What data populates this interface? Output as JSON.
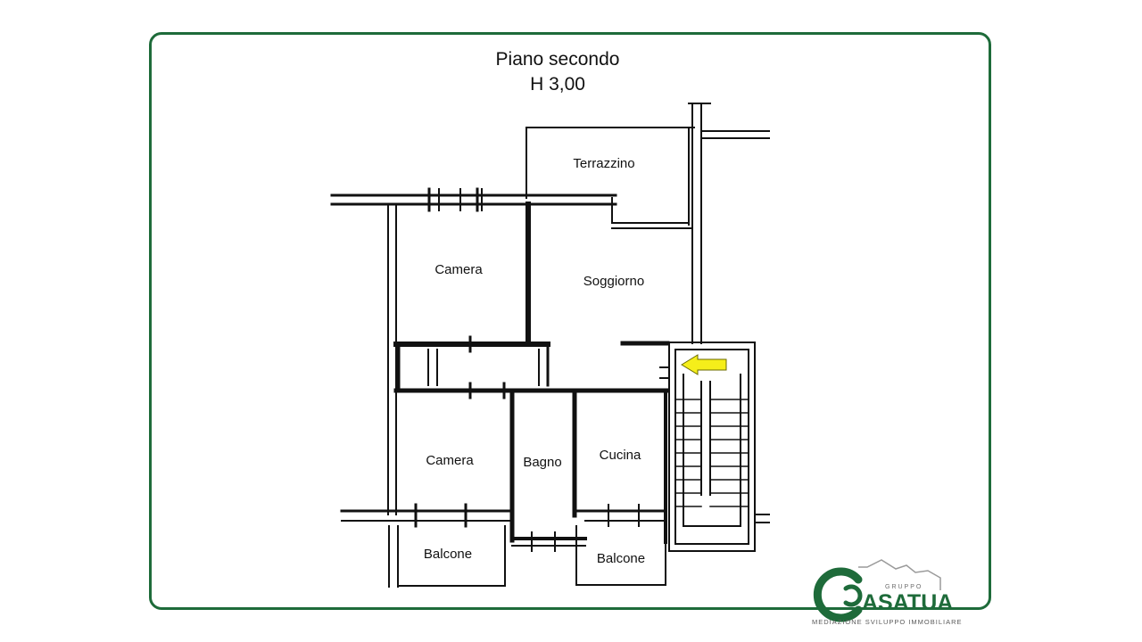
{
  "header": {
    "title": "Piano secondo",
    "height": "H 3,00"
  },
  "rooms": {
    "terrazzino": "Terrazzino",
    "camera_top": "Camera",
    "soggiorno": "Soggiorno",
    "camera_bottom": "Camera",
    "bagno": "Bagno",
    "cucina": "Cucina",
    "balcone_left": "Balcone",
    "balcone_right": "Balcone"
  },
  "logo": {
    "group_label": "GRUPPO",
    "brand": "ASATUA",
    "tagline": "MEDIAZIONE SVILUPPO IMMOBILIARE"
  },
  "colors": {
    "frame": "#1e6b3a",
    "walls": "#111111",
    "arrow": "#f5ee1a",
    "brand": "#1e6b3a"
  },
  "icons": {
    "entrance": "entrance-arrow-icon",
    "logo_mark": "spiral-c-logo-icon"
  }
}
